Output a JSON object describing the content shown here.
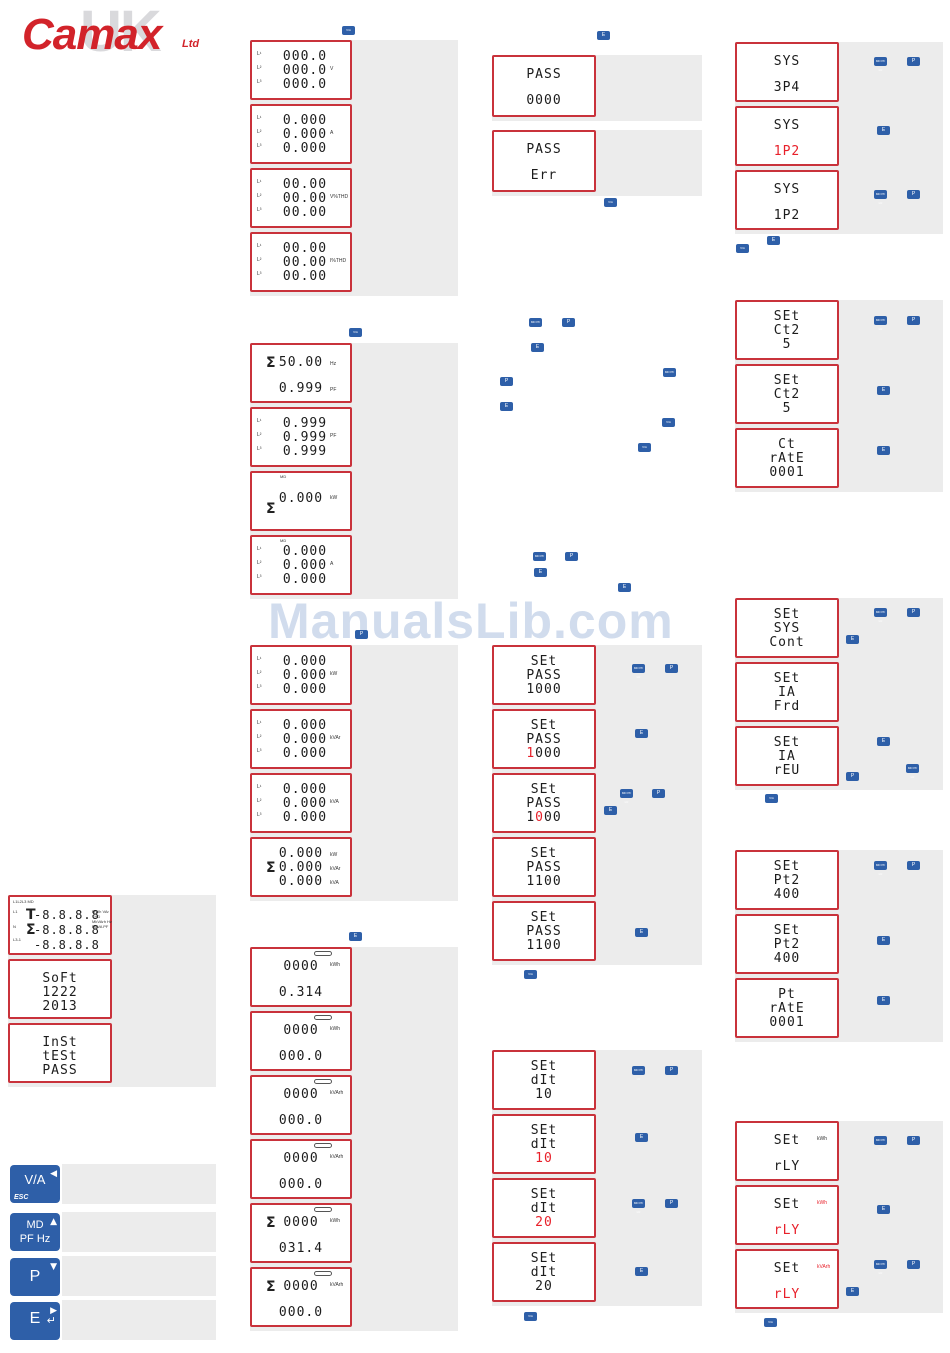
{
  "logo": {
    "brand": "Camax",
    "country": "UK",
    "suffix": "Ltd"
  },
  "watermark": "ManualsLib.com",
  "keys": {
    "va": "V/A",
    "esc": "ESC",
    "md": "MD",
    "pfhz": "PF Hz",
    "p": "P",
    "e": "E",
    "va_small": "V/A",
    "md_small": "MD PF Hz",
    "p_small": "P",
    "e_small": "E"
  },
  "col0": [
    {
      "full": [
        "L1",
        "L2",
        "L3",
        "L1-2",
        "N",
        "L3-1"
      ],
      "t": "T",
      "t_val": "-8.8.8.8",
      "s_val": "-8.8.8.8",
      "b_val": "-8.8.8.8",
      "units": "MWh VAr THD MkVArh Hz MkVA PF",
      "top": "L1L2L3 MD"
    },
    {
      "lines": [
        "SoFt",
        "1222",
        "2013"
      ]
    },
    {
      "lines": [
        "InSt",
        "tESt",
        "PASS"
      ]
    }
  ],
  "col1": {
    "g1": [
      {
        "lines": [
          "000.0",
          "000.0",
          "000.0"
        ],
        "unit": "V"
      },
      {
        "lines": [
          "0.000",
          "0.000",
          "0.000"
        ],
        "unit": "A"
      },
      {
        "lines": [
          "00.00",
          "00.00",
          "00.00"
        ],
        "unit": "V%THD"
      },
      {
        "lines": [
          "00.00",
          "00.00",
          "00.00"
        ],
        "unit": "I%THD"
      }
    ],
    "g2": [
      {
        "lines": [
          "50.00",
          "0.999"
        ],
        "u1": "Hz",
        "u2": "PF"
      },
      {
        "lines": [
          "0.999",
          "0.999",
          "0.999"
        ],
        "unit": "PF"
      },
      {
        "lines": [
          "0.000"
        ],
        "unit": "kW",
        "md": "MD"
      },
      {
        "lines": [
          "0.000",
          "0.000",
          "0.000"
        ],
        "unit": "A",
        "md": "MD"
      }
    ],
    "g3": [
      {
        "lines": [
          "0.000",
          "0.000",
          "0.000"
        ],
        "unit": "kW"
      },
      {
        "lines": [
          "0.000",
          "0.000",
          "0.000"
        ],
        "unit": "kVAr"
      },
      {
        "lines": [
          "0.000",
          "0.000",
          "0.000"
        ],
        "unit": "kVA"
      },
      {
        "lines": [
          "0.000",
          "0.000",
          "0.000"
        ],
        "u1": "kW",
        "u2": "kVAr",
        "u3": "kVA"
      }
    ],
    "g4": [
      {
        "lines": [
          "0000",
          "0.314"
        ],
        "unit": "kWh"
      },
      {
        "lines": [
          "0000",
          "000.0"
        ],
        "unit": "kWh"
      },
      {
        "lines": [
          "0000",
          "000.0"
        ],
        "unit": "kVArh"
      },
      {
        "lines": [
          "0000",
          "000.0"
        ],
        "unit": "kVArh"
      },
      {
        "lines": [
          "0000",
          "031.4"
        ],
        "unit": "kWh"
      },
      {
        "lines": [
          "0000",
          "000.0"
        ],
        "unit": "kVArh"
      }
    ]
  },
  "col2": {
    "pass": [
      {
        "lines": [
          "PASS",
          "0000"
        ]
      },
      {
        "lines": [
          "PASS",
          "Err"
        ]
      }
    ],
    "setpass": [
      {
        "lines": [
          "SEt",
          "PASS",
          "1000"
        ]
      },
      {
        "lines": [
          "SEt",
          "PASS",
          "1000"
        ],
        "red": "first"
      },
      {
        "lines": [
          "SEt",
          "PASS",
          "1000"
        ],
        "red": "second"
      },
      {
        "lines": [
          "SEt",
          "PASS",
          "1100"
        ]
      },
      {
        "lines": [
          "SEt",
          "PASS",
          "1100"
        ]
      }
    ],
    "dit": [
      {
        "lines": [
          "SEt",
          "dIt",
          "10"
        ]
      },
      {
        "lines": [
          "SEt",
          "dIt",
          "10"
        ],
        "red": true
      },
      {
        "lines": [
          "SEt",
          "dIt",
          "20"
        ],
        "red": true
      },
      {
        "lines": [
          "SEt",
          "dIt",
          "20"
        ]
      }
    ]
  },
  "col3": {
    "sys": [
      {
        "lines": [
          "SYS",
          "3P4"
        ]
      },
      {
        "lines": [
          "SYS",
          "1P2"
        ],
        "red": true
      },
      {
        "lines": [
          "SYS",
          "1P2"
        ]
      }
    ],
    "ct": [
      {
        "lines": [
          "SEt",
          "Ct2",
          "5"
        ]
      },
      {
        "lines": [
          "SEt",
          "Ct2",
          "5"
        ]
      },
      {
        "lines": [
          "Ct",
          "rAtE",
          "0001"
        ]
      }
    ],
    "sysc": [
      {
        "lines": [
          "SEt",
          "SYS",
          "Cont"
        ]
      },
      {
        "lines": [
          "SEt",
          "IA",
          "Frd"
        ]
      },
      {
        "lines": [
          "SEt",
          "IA",
          "rEU"
        ]
      }
    ],
    "pt": [
      {
        "lines": [
          "SEt",
          "Pt2",
          "400"
        ]
      },
      {
        "lines": [
          "SEt",
          "Pt2",
          "400"
        ]
      },
      {
        "lines": [
          "Pt",
          "rAtE",
          "0001"
        ]
      }
    ],
    "rly": [
      {
        "lines": [
          "SEt",
          "rLY"
        ],
        "unit": "kWh"
      },
      {
        "lines": [
          "SEt",
          "rLY"
        ],
        "unit": "kWh",
        "red": true
      },
      {
        "lines": [
          "SEt",
          "rLY"
        ],
        "unit": "kVArh",
        "red": true
      }
    ]
  }
}
